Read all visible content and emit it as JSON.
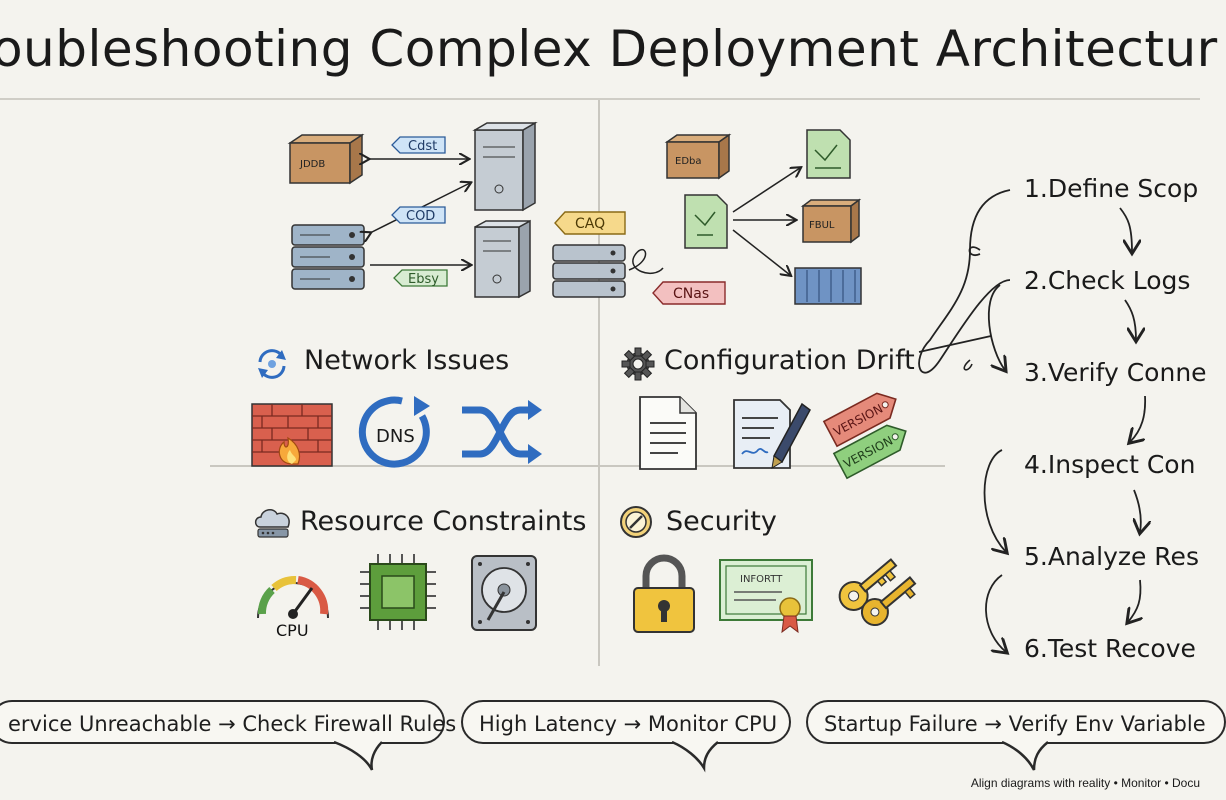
{
  "title": "roubleshooting Complex Deployment Architectur",
  "diagram": {
    "tags": [
      "Cdst",
      "COD",
      "Ebsy",
      "CAQ",
      "CNas"
    ],
    "box_labels": [
      "JDDB",
      "EDba",
      "FBUL"
    ]
  },
  "categories": {
    "network": {
      "label": "Network Issues",
      "icons": [
        "firewall-icon",
        "dns-icon",
        "shuffle-icon"
      ],
      "dns_text": "DNS"
    },
    "configuration": {
      "label": "Configuration Drift",
      "icons": [
        "document-icon",
        "signed-document-icon",
        "version-tag-icon"
      ],
      "tag_text": "VERSION"
    },
    "resources": {
      "label": "Resource Constraints",
      "icons": [
        "gauge-icon",
        "chip-icon",
        "hard-drive-icon"
      ],
      "gauge_text": "CPU"
    },
    "security": {
      "label": "Security",
      "icons": [
        "padlock-icon",
        "certificate-icon",
        "keys-icon"
      ],
      "cert_text": "INFORTT"
    }
  },
  "steps": [
    "1.Define Scop",
    "2.Check Logs",
    "3.Verify Conne",
    "4.Inspect Con",
    "5.Analyze Res",
    "6.Test Recove"
  ],
  "bubbles": [
    "ervice Unreachable → Check Firewall Rules",
    "High Latency → Monitor CPU",
    "Startup Failure → Verify Env Variable"
  ],
  "footer": "Align diagrams with reality • Monitor • Docu"
}
